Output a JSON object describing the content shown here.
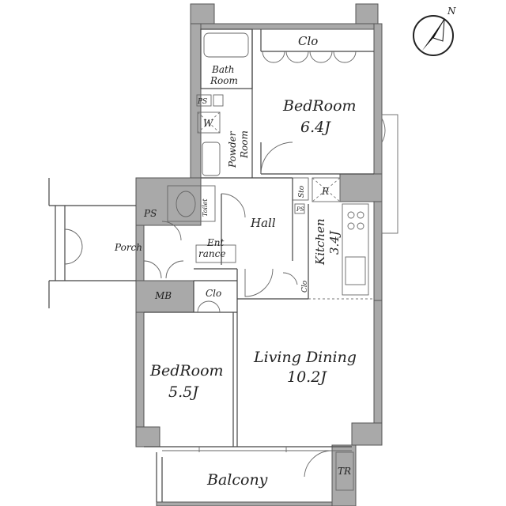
{
  "rooms": {
    "clo_top": "Clo",
    "bath_room_1": "Bath",
    "bath_room_2": "Room",
    "ps_top": "PS",
    "w": "W",
    "powder_1": "Powder",
    "powder_2": "Room",
    "bedroom_top_name": "BedRoom",
    "bedroom_top_size": "6.4J",
    "sto": "Sto",
    "r": "R",
    "ps_small": "PS",
    "ps_left": "PS",
    "toilet": "Toilet",
    "hall": "Hall",
    "porch": "Porch",
    "ent_1": "Ent",
    "ent_2": "rance",
    "kitchen_name": "Kitchen",
    "kitchen_size": "3.4J",
    "clo_small": "Clo",
    "mb": "MB",
    "clo_mid": "Clo",
    "bedroom_left_name": "BedRoom",
    "bedroom_left_size": "5.5J",
    "living_name": "Living Dining",
    "living_size": "10.2J",
    "balcony": "Balcony",
    "tr": "TR"
  },
  "compass": {
    "north": "N"
  }
}
